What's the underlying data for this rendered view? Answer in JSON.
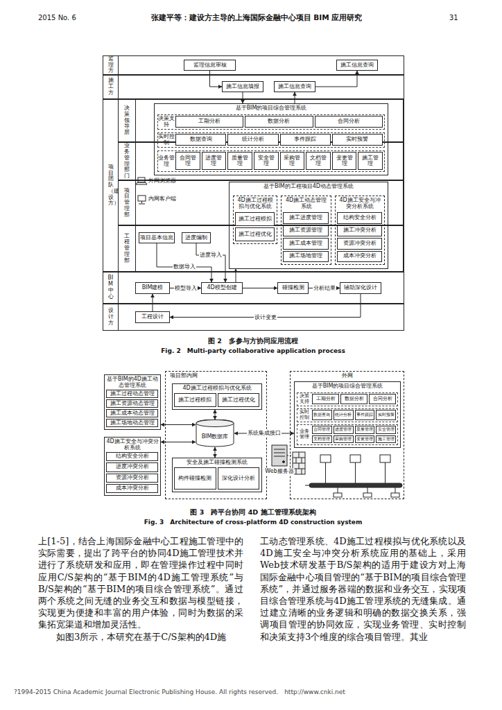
{
  "diagram": {
    "nodes": [
      {
        "text": [
          "监理方"
        ]
      },
      {
        "text": [
          "监理信息审核"
        ],
        "in": 0
      },
      {
        "text": [
          "施工信息查询"
        ],
        "in": 0
      },
      {
        "text": [
          "施工方"
        ]
      },
      {
        "text": [
          "施工信息填报"
        ],
        "in": 3
      },
      {
        "text": [
          "施工信息查询"
        ],
        "in": 3
      },
      {
        "text": [
          "项目团队（建设方）"
        ]
      },
      {
        "text": [
          "决策领导层"
        ],
        "in": 6
      },
      {
        "text": [
          "业务管理部门"
        ],
        "in": 6
      },
      {
        "text": [
          "项目管理部"
        ],
        "in": 6
      },
      {
        "text": [
          "工程管理部"
        ],
        "in": 6
      },
      {
        "text": [
          "基于BIM的项目综合管理系统"
        ],
        "in": 6
      },
      {
        "text": [
          "决策支持"
        ],
        "in": 11
      },
      {
        "text": [
          "工期分析"
        ],
        "in": 12
      },
      {
        "text": [
          "数据分析"
        ],
        "in": 12
      },
      {
        "text": [
          "合同分析"
        ],
        "in": 12
      },
      {
        "text": [
          "实时控制"
        ],
        "in": 11
      },
      {
        "text": [
          "数据查询"
        ],
        "in": 16
      },
      {
        "text": [
          "统计分析"
        ],
        "in": 16
      },
      {
        "text": [
          "事件跟踪"
        ],
        "in": 16
      },
      {
        "text": [
          "实时预警"
        ],
        "in": 16
      },
      {
        "text": [
          "业务管理"
        ],
        "in": 11
      },
      {
        "text": [
          "合同管理"
        ],
        "in": 21
      },
      {
        "text": [
          "进度管理"
        ],
        "in": 21
      },
      {
        "text": [
          "质量管理"
        ],
        "in": 21
      },
      {
        "text": [
          "安全管理"
        ],
        "in": 21
      },
      {
        "text": [
          "采购管理"
        ],
        "in": 21
      },
      {
        "text": [
          "文档管理"
        ],
        "in": 21
      },
      {
        "text": [
          "变更管理"
        ],
        "in": 21
      },
      {
        "text": [
          "施工管理"
        ],
        "in": 21
      },
      {
        "text": [
          "基于BIM的工程项目4D动态管理系统"
        ],
        "in": 6
      },
      {
        "text": [
          "4D施工过程模拟与优化系统"
        ],
        "in": 30
      },
      {
        "text": [
          "施工过程模拟"
        ],
        "in": 31
      },
      {
        "text": [
          "施工过程优化"
        ],
        "in": 31
      },
      {
        "text": [
          "4D施工动态管理系统"
        ],
        "in": 30
      },
      {
        "text": [
          "施工进度管理"
        ],
        "in": 34
      },
      {
        "text": [
          "施工资源管理"
        ],
        "in": 34
      },
      {
        "text": [
          "施工成本管理"
        ],
        "in": 34
      },
      {
        "text": [
          "施工场地管理"
        ],
        "in": 34
      },
      {
        "text": [
          "4D施工安全与冲突分析系统"
        ],
        "in": 30
      },
      {
        "text": [
          "结构安全分析"
        ],
        "in": 39
      },
      {
        "text": [
          "施工冲突分析"
        ],
        "in": 39
      },
      {
        "text": [
          "资源冲突分析"
        ],
        "in": 39
      },
      {
        "text": [
          "成本冲突分析"
        ],
        "in": 39
      },
      {
        "text": [
          "项目基本信息"
        ],
        "in": 6
      },
      {
        "text": [
          "进度编制"
        ],
        "in": 6
      },
      {
        "text": [
          "BIM中心"
        ]
      },
      {
        "text": [
          "BIM建模"
        ],
        "in": 46
      },
      {
        "text": [
          "4D模型创建"
        ],
        "in": 46
      },
      {
        "text": [
          "碰撞检测"
        ],
        "in": 46
      },
      {
        "text": [
          "辅助深化设计"
        ],
        "in": 46
      },
      {
        "text": [
          "设计方"
        ]
      },
      {
        "text": [
          "工程设计"
        ],
        "in": 51
      },
      {
        "text": [
          "基于BIM的4D施工动态管理系统"
        ]
      },
      {
        "text": [
          "施工过程动态管理"
        ],
        "in": 53
      },
      {
        "text": [
          "施工资源动态管理"
        ],
        "in": 53
      },
      {
        "text": [
          "施工成本动态管理"
        ],
        "in": 53
      },
      {
        "text": [
          "施工场地动态管理"
        ],
        "in": 53
      },
      {
        "text": [
          "4D施工安全与冲突分析系统"
        ]
      },
      {
        "text": [
          "结构安全分析"
        ],
        "in": 58
      },
      {
        "text": [
          "进度冲突分析"
        ],
        "in": 58
      },
      {
        "text": [
          "资源冲突分析"
        ],
        "in": 58
      },
      {
        "text": [
          "成本冲突分析"
        ],
        "in": 58
      },
      {
        "text": [
          "项目部内网"
        ]
      },
      {
        "text": [
          "4D施工过程模拟与优化系统"
        ],
        "in": 63
      },
      {
        "text": [
          "施工过程模拟"
        ],
        "in": 64
      },
      {
        "text": [
          "施工过程优化"
        ],
        "in": 64
      },
      {
        "text": [
          "BIM数据库"
        ],
        "in": 63
      },
      {
        "text": [
          "安全及施工碰撞检测系统"
        ],
        "in": 63
      },
      {
        "text": [
          "构件碰撞检测"
        ],
        "in": 68
      },
      {
        "text": [
          "深化设计分析"
        ],
        "in": 68
      },
      {
        "text": [
          "外网"
        ]
      },
      {
        "text": [
          "基于BIM的项目综合管理系统"
        ],
        "in": 71
      },
      {
        "text": [
          "决策支持"
        ],
        "in": 72
      },
      {
        "text": [
          "工期分析"
        ],
        "in": 73
      },
      {
        "text": [
          "数据分析"
        ],
        "in": 73
      },
      {
        "text": [
          "合同分析"
        ],
        "in": 73
      },
      {
        "text": [
          "实时控制"
        ],
        "in": 72
      },
      {
        "text": [
          "数据查询"
        ],
        "in": 77
      },
      {
        "text": [
          "统计分析"
        ],
        "in": 77
      },
      {
        "text": [
          "事件跟踪"
        ],
        "in": 77
      },
      {
        "text": [
          "实时预警"
        ],
        "in": 77
      },
      {
        "text": [
          "业务管理"
        ],
        "in": 72
      },
      {
        "text": [
          "合同管理"
        ],
        "in": 82
      },
      {
        "text": [
          "进度管理"
        ],
        "in": 82
      },
      {
        "text": [
          "质量管理"
        ],
        "in": 82
      },
      {
        "text": [
          "安全管理"
        ],
        "in": 82
      },
      {
        "text": [
          "文档管理"
        ],
        "in": 82
      },
      {
        "text": [
          "采购管理"
        ],
        "in": 82
      },
      {
        "text": [
          "变更管理"
        ],
        "in": 82
      },
      {
        "text": [
          "施工管理"
        ],
        "in": 82
      }
    ],
    "edges": [
      {
        "from": 1,
        "to": 4,
        "arrow": "to"
      },
      {
        "from": 5,
        "to": 2,
        "arrow": "to"
      },
      {
        "from": 4,
        "to": 11,
        "arrow": "to"
      },
      {
        "from": 11,
        "to": 5,
        "arrow": "to"
      },
      {
        "from": 44,
        "to": 48,
        "label": "数据导入",
        "arrow": "to"
      },
      {
        "from": 45,
        "to": 48,
        "label": "进度导入",
        "arrow": "to"
      },
      {
        "from": 47,
        "to": 48,
        "label": "模型导入",
        "arrow": "to"
      },
      {
        "from": 48,
        "to": 30,
        "arrow": "to"
      },
      {
        "from": 48,
        "to": 49,
        "arrow": "to"
      },
      {
        "from": 49,
        "to": 50,
        "label": "分析结果",
        "arrow": "to"
      },
      {
        "from": 50,
        "to": 52,
        "label": "设计变更",
        "arrow": "to"
      },
      {
        "from": 52,
        "to": 47,
        "arrow": "to"
      },
      {
        "from": 53,
        "to": 67,
        "arrow": "both"
      },
      {
        "from": 58,
        "to": 67,
        "arrow": "both"
      },
      {
        "from": 64,
        "to": 67,
        "arrow": "both"
      },
      {
        "from": 68,
        "to": 67,
        "arrow": "both"
      },
      {
        "from": 67,
        "to": 72,
        "label": "系统集成接口",
        "arrow": "both"
      }
    ],
    "labels": [
      "2015 No. 6",
      "张建平等：建设方主导的上海国际金融中心项目 BIM 应用研究",
      "31",
      "外网浏览器",
      "内网客户端",
      "图 2　多参与方协同应用流程",
      "Fig. 2　Multi-party collaborative application process",
      "Web服务器",
      "图 3　跨平台协同 4D 施工管理系统架构",
      "Fig. 3　Architecture of cross-platform 4D construction system",
      "上[1-5]，结合上海国际金融中心工程施工管理中的实际需要，提出了跨平台的协同4D施工管理技术并进行了系统研发和应用，即在管理操作过程中同时应用C/S架构的“基于BIM的4D施工管理系统”与B/S架构的“基于BIM的项目综合管理系统”。通过两个系统之间无缝的业务交互和数据与模型链接，实现更为便捷和丰富的用户体验，同时为数据的采集拓宽渠道和增加灵活性。",
      "如图3所示，本研究在基于C/S架构的4D施",
      "工动态管理系统、4D施工过程模拟与优化系统以及4D施工安全与冲突分析系统应用的基础上，采用Web技术研发基于B/S架构的适用于建设方对上海国际金融中心项目管理的“基于BIM的项目综合管理系统”，并通过服务器端的数据和业务交互，实现项目综合管理系统与4D施工管理系统的无缝集成。通过建立清晰的业务逻辑和明确的数据交换关系，强调项目管理的协同效应，实现业务管理、实时控制和决策支持3个维度的综合项目管理。其业",
      "?1994-2015 China Academic Journal Electronic Publishing House. All rights reserved.　http://www.cnki.net"
    ]
  }
}
